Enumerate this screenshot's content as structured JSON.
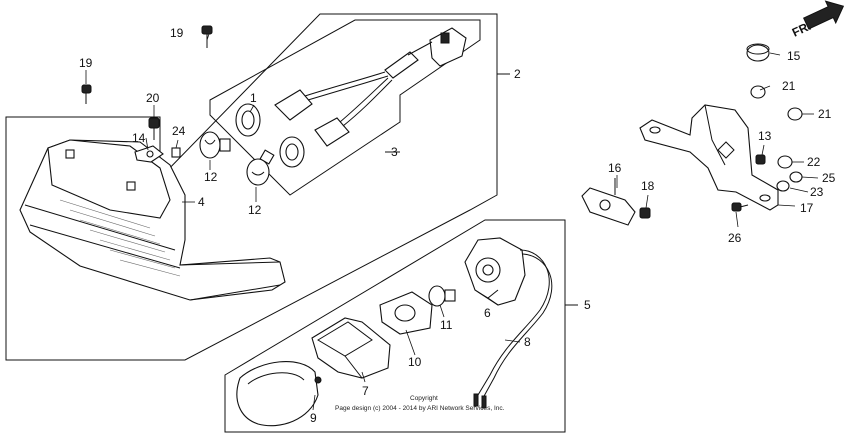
{
  "labels": {
    "p1": "1",
    "p2": "2",
    "p3": "3",
    "p4": "4",
    "p5": "5",
    "p6": "6",
    "p7": "7",
    "p8": "8",
    "p9": "9",
    "p10": "10",
    "p11": "11",
    "p12a": "12",
    "p12b": "12",
    "p13": "13",
    "p14": "14",
    "p15": "15",
    "p16": "16",
    "p17": "17",
    "p18": "18",
    "p19a": "19",
    "p19b": "19",
    "p20": "20",
    "p21a": "21",
    "p21b": "21",
    "p22": "22",
    "p23": "23",
    "p24": "24",
    "p25": "25",
    "p26": "26"
  },
  "direction_tag": "FR.",
  "copyright": {
    "line1": "Copyright",
    "line2": "Page design (c) 2004 - 2014 by ARI Network Services, Inc."
  }
}
